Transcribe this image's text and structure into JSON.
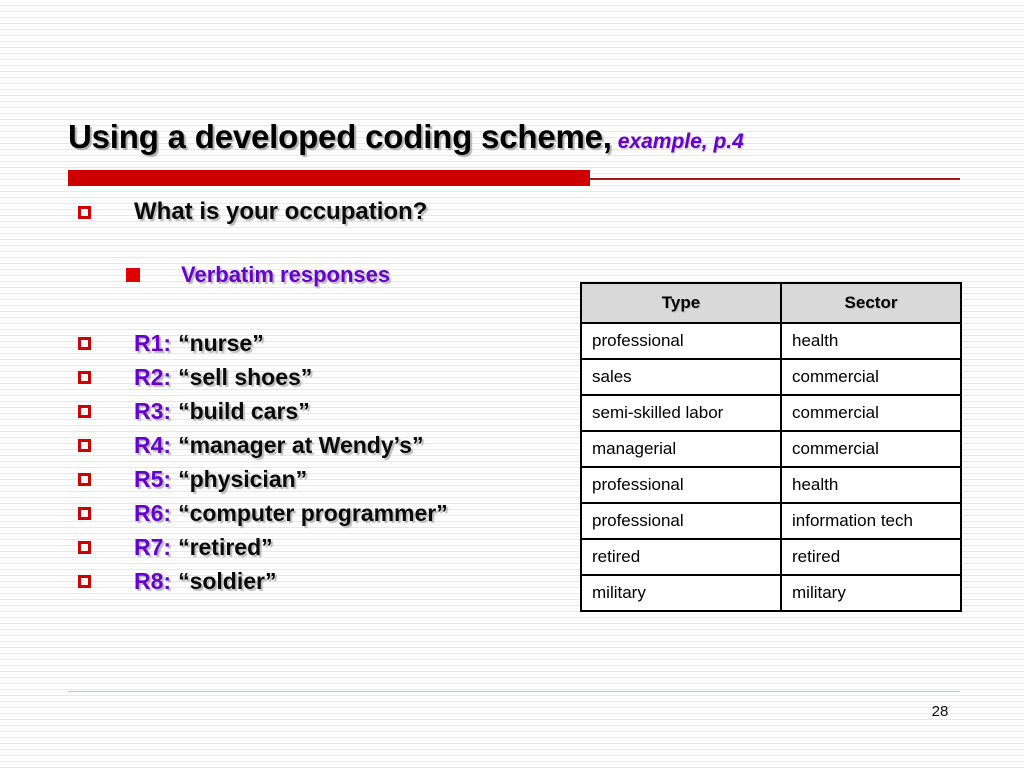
{
  "slide": {
    "title_main": "Using a developed coding scheme,",
    "title_sub": "example, p.4",
    "page_number": "28",
    "accent_red": "#cc0000",
    "accent_purple": "#6600cc",
    "rule_red": "#9e1b1b"
  },
  "question": {
    "bullet": "hollow-red-square",
    "text": "What is your occupation?"
  },
  "subheading": {
    "bullet": "filled-red-square",
    "text": "Verbatim responses"
  },
  "responses": [
    {
      "label": "R1:",
      "quote": "“nurse”"
    },
    {
      "label": "R2:",
      "quote": "“sell shoes”"
    },
    {
      "label": "R3:",
      "quote": "“build cars”"
    },
    {
      "label": "R4:",
      "quote": "“manager at Wendy’s”"
    },
    {
      "label": "R5:",
      "quote": "“physician”"
    },
    {
      "label": "R6:",
      "quote": "“computer programmer”"
    },
    {
      "label": "R7:",
      "quote": "“retired”"
    },
    {
      "label": "R8:",
      "quote": "“soldier”"
    }
  ],
  "coding_table": {
    "headers": [
      "Type",
      "Sector"
    ],
    "rows": [
      [
        "professional",
        "health"
      ],
      [
        "sales",
        "commercial"
      ],
      [
        "semi-skilled labor",
        "commercial"
      ],
      [
        "managerial",
        "commercial"
      ],
      [
        "professional",
        "health"
      ],
      [
        "professional",
        "information tech"
      ],
      [
        "retired",
        "retired"
      ],
      [
        "military",
        "military"
      ]
    ]
  }
}
